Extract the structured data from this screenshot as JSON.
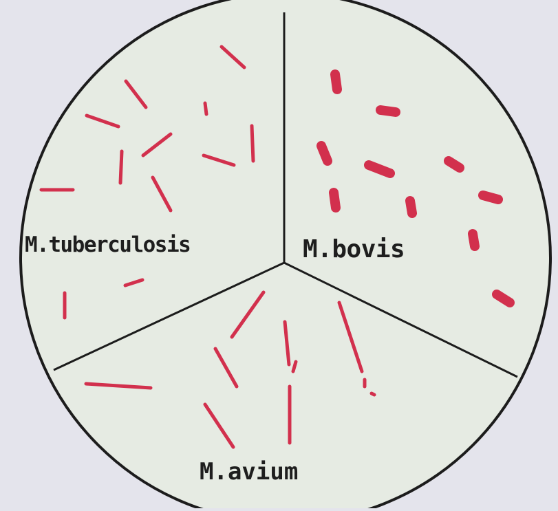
{
  "colors": {
    "background": "#e4e4ec",
    "dish_fill": "#e6ebe3",
    "outline": "#1c1c1c",
    "bacilli": "#d2304d"
  },
  "sections": {
    "tuberculosis": {
      "label": "M.tuberculosis"
    },
    "bovis": {
      "label": "M.bovis"
    },
    "avium": {
      "label": "M.avium"
    }
  }
}
